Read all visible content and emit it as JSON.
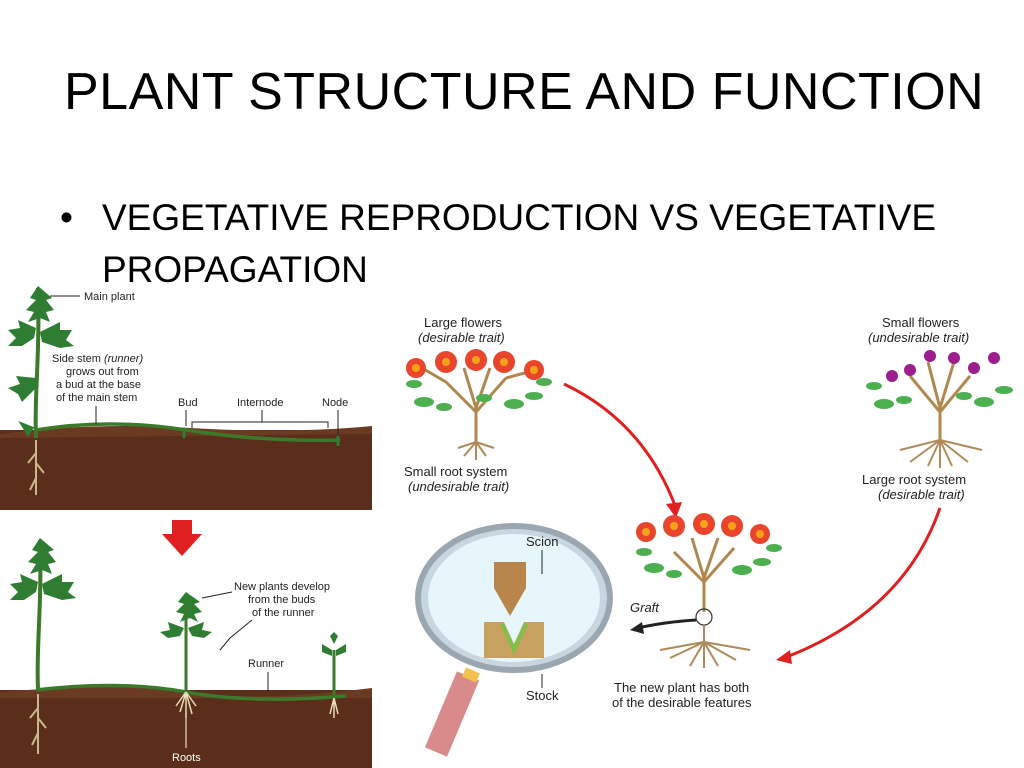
{
  "slide": {
    "title": "PLANT STRUCTURE AND FUNCTION",
    "bullet_symbol": "•",
    "bullet_line1": "VEGETATIVE REPRODUCTION VS VEGETATIVE",
    "bullet_line2": "PROPAGATION"
  },
  "runner_diagram": {
    "main_plant": "Main plant",
    "side_stem_1": "Side stem",
    "side_stem_runner": "(runner)",
    "side_stem_2": "grows out from",
    "side_stem_3": "a bud at the base",
    "side_stem_4": "of the main stem",
    "bud": "Bud",
    "internode": "Internode",
    "node": "Node",
    "new_plants_1": "New plants develop",
    "new_plants_2": "from the buds",
    "new_plants_3": "of the runner",
    "runner": "Runner",
    "roots": "Roots"
  },
  "graft_diagram": {
    "large_flowers": "Large flowers",
    "large_flowers_trait": "(desirable trait)",
    "small_root": "Small root system",
    "small_root_trait": "(undesirable trait)",
    "small_flowers": "Small flowers",
    "small_flowers_trait": "(undesirable trait)",
    "large_root": "Large root system",
    "large_root_trait": "(desirable trait)",
    "scion": "Scion",
    "graft": "Graft",
    "stock": "Stock",
    "result_1": "The new plant has both",
    "result_2": "of the desirable features"
  },
  "colors": {
    "soil": "#5a2e1a",
    "leaf": "#2e7d32",
    "stem": "#3b7a2a",
    "arrow_red": "#e02020",
    "flower_red": "#e8452c",
    "flower_purple": "#9c1e8c",
    "root": "#b08a5a"
  }
}
